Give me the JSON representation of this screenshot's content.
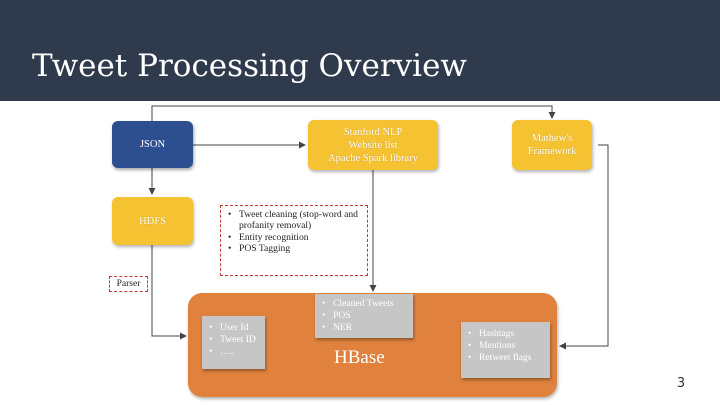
{
  "slide": {
    "title": "Tweet Processing Overview",
    "page_number": "3"
  },
  "nodes": {
    "json": "JSON",
    "stanford": [
      "Stanford NLP",
      "Website list",
      "Apache Spark library"
    ],
    "mathews": [
      "Mathew's",
      "Framework"
    ],
    "hdfs": "HDFS",
    "parser": "Parser",
    "hbase": "HBase"
  },
  "lists": {
    "cleaning_steps": [
      "Tweet cleaning (stop-word and profanity removal)",
      "Entity recognition",
      "POS Tagging"
    ],
    "hbase_center": [
      "Cleaned Tweets",
      "POS",
      "NER"
    ],
    "hbase_left": [
      "User Id",
      "Tweet ID",
      "….."
    ],
    "hbase_right": [
      "Hashtags",
      "Mentions",
      "Retweet flags"
    ]
  },
  "colors": {
    "header": "#2f3a4c",
    "blue": "#2e4f8f",
    "yellow": "#f5c232",
    "orange": "#e0823e",
    "grey": "#c6c6c6",
    "dashed_border": "#c43a31"
  }
}
